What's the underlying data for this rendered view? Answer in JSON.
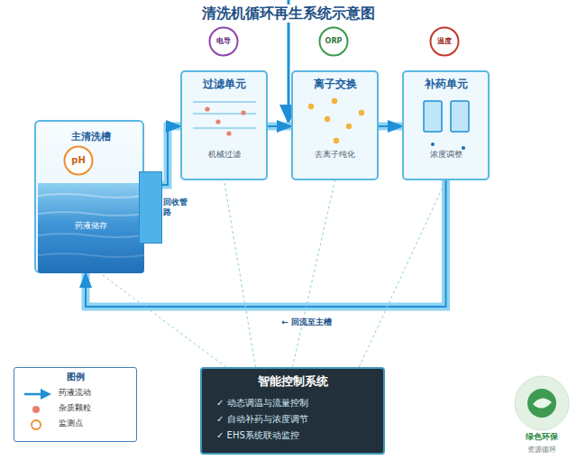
{
  "diagram": {
    "title": "清洗机循环再生系统示意图",
    "nodes": [
      {
        "text": [
          "主清洗槽"
        ]
      },
      {
        "text": [
          "pH"
        ],
        "in": 0
      },
      {
        "text": [
          "药液储存"
        ],
        "in": 0
      },
      {
        "text": [
          "电导"
        ]
      },
      {
        "text": [
          "过滤单元",
          "机械过滤"
        ]
      },
      {
        "text": [
          "ORP"
        ]
      },
      {
        "text": [
          "离子交换",
          "去离子纯化"
        ]
      },
      {
        "text": [
          "温度"
        ]
      },
      {
        "text": [
          "补药单元",
          "浓度调整"
        ]
      },
      {
        "text": [
          "智能控制系统",
          "✓ 动态调温与流量控制",
          "✓ 自动补药与浓度调节",
          "✓ EHS系统联动监控"
        ]
      },
      {
        "text": [
          "绿色环保",
          "资源循环"
        ]
      }
    ],
    "edges": [
      {
        "from": 0,
        "to": 4,
        "arrow": "to"
      },
      {
        "from": 4,
        "to": 6,
        "arrow": "to"
      },
      {
        "from": 6,
        "to": 8,
        "arrow": "to"
      },
      {
        "from": 8,
        "to": 0,
        "arrow": "to",
        "label": "← 回流至主槽"
      },
      {
        "from": 9,
        "to": 0,
        "arrow": "none"
      },
      {
        "from": 9,
        "to": 4,
        "arrow": "none"
      },
      {
        "from": 9,
        "to": 6,
        "arrow": "none"
      },
      {
        "from": 9,
        "to": 8,
        "arrow": "none"
      }
    ],
    "labels": [
      "回收管路",
      "图例"
    ],
    "legend": [
      {
        "text": "药液流动"
      },
      {
        "text": "杂质颗粒",
        "color": "#e8806c"
      },
      {
        "text": "监测点"
      }
    ]
  }
}
